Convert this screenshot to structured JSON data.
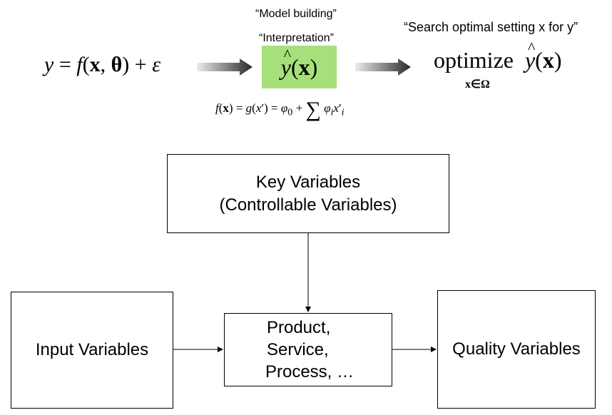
{
  "top": {
    "quote_model_building": "“Model building”",
    "quote_interpretation": "“Interpretation”",
    "quote_search": "“Search optimal setting x for y”",
    "equation_main": "y = f(x, θ) + ε",
    "estimator": "ŷ(x)",
    "optimize_word": "optimize",
    "optimize_target": "ŷ(x)",
    "optimize_subscript": "x∈Ω",
    "explanation_equation": "f(x) = g(x′) = φ0 + ∑ φi x′i"
  },
  "diagram": {
    "key_variables": [
      "Key Variables",
      "(Controllable Variables)"
    ],
    "input_variables": "Input Variables",
    "process_box": [
      "Product,",
      "Service,",
      "Process, …"
    ],
    "quality_variables": "Quality Variables"
  },
  "colors": {
    "highlight": "#a6e07a",
    "arrow_gradient_start": "#e6e6e6",
    "arrow_gradient_end": "#1a1a1a"
  }
}
